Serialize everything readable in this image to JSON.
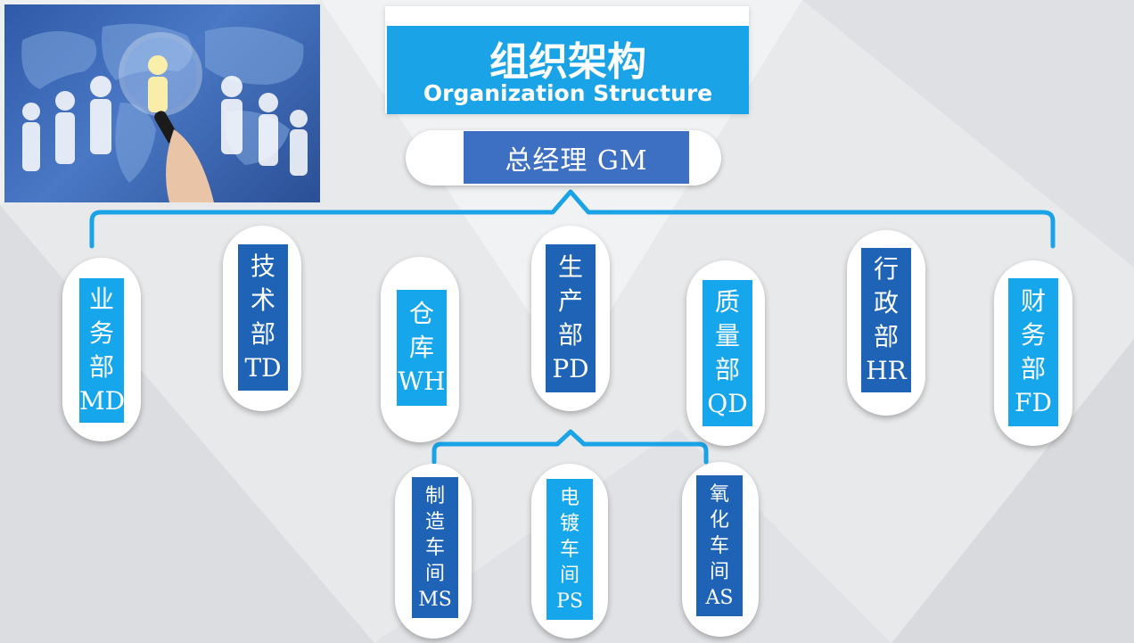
{
  "title": {
    "cn": "组织架构",
    "en": "Organization Structure"
  },
  "gm": {
    "label": "总经理 GM"
  },
  "departments": [
    {
      "lines": [
        "业",
        "务",
        "部",
        "MD"
      ],
      "color": "#16a6ec"
    },
    {
      "lines": [
        "技",
        "术",
        "部",
        "TD"
      ],
      "color": "#1e63b6"
    },
    {
      "lines": [
        "仓",
        "库",
        "WH"
      ],
      "color": "#16a6ec"
    },
    {
      "lines": [
        "生",
        "产",
        "部",
        "PD"
      ],
      "color": "#1e63b6"
    },
    {
      "lines": [
        "质",
        "量",
        "部",
        "QD"
      ],
      "color": "#16a6ec"
    },
    {
      "lines": [
        "行",
        "政",
        "部",
        "HR"
      ],
      "color": "#1e63b6"
    },
    {
      "lines": [
        "财",
        "务",
        "部",
        "FD"
      ],
      "color": "#16a6ec"
    }
  ],
  "workshops": [
    {
      "lines": [
        "制",
        "造",
        "车",
        "间",
        "MS"
      ],
      "color": "#1e63b6"
    },
    {
      "lines": [
        "电",
        "镀",
        "车",
        "间",
        "PS"
      ],
      "color": "#16a6ec"
    },
    {
      "lines": [
        "氧",
        "化",
        "车",
        "间",
        "AS"
      ],
      "color": "#1e63b6"
    }
  ],
  "colors": {
    "line": "#1aa3e6",
    "dark_box": "#1e63b6",
    "light_box": "#16a6ec",
    "title_band": "#1aa3e6",
    "gm_box": "#3d6fc3"
  },
  "image": {
    "subject": "magnifying-glass-over-people-on-world-map"
  }
}
